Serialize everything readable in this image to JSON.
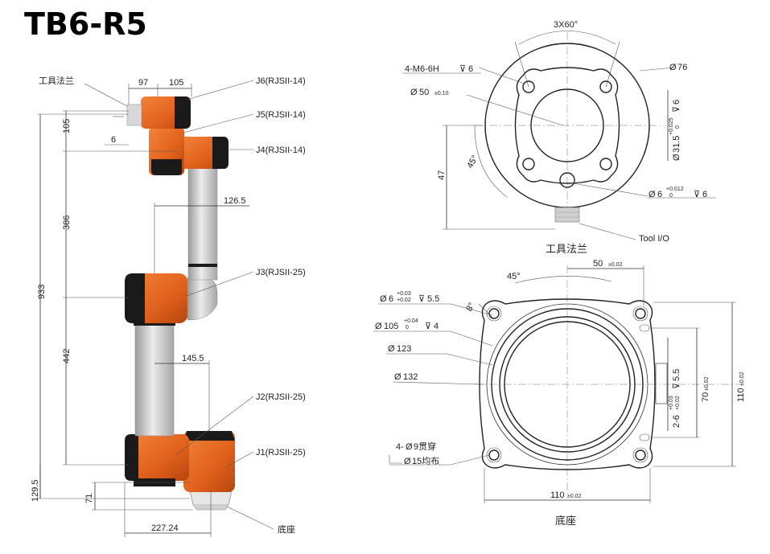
{
  "title": "TB6-R5",
  "arm": {
    "tool_flange_label": "工具法兰",
    "joints": {
      "j6": "J6(RJSII-14)",
      "j5": "J5(RJSII-14)",
      "j4": "J4(RJSII-14)",
      "j3": "J3(RJSII-25)",
      "j2": "J2(RJSII-25)",
      "j1": "J1(RJSII-25)"
    },
    "base_label": "底座",
    "dims": {
      "d97": "97",
      "d105_top": "105",
      "d105_left": "105",
      "d6": "6",
      "d386": "386",
      "d126_5": "126.5",
      "d933": "933",
      "d442": "442",
      "d145_5": "145.5",
      "d129_5": "129.5",
      "d71": "71",
      "d227_24": "227.24"
    }
  },
  "flange_view": {
    "angle": "3X60°",
    "thread": "4-M6-6H",
    "thread_depth": "6",
    "d76": "76",
    "d50": "50",
    "d50_tol": "±0.10",
    "d31_5": "31.5",
    "d31_5_tol_up": "+0.025",
    "d31_5_tol_lo": "0",
    "d31_5_depth": "6",
    "d47": "47",
    "angle45": "45°",
    "pin": "6",
    "pin_tol_up": "+0.012",
    "pin_tol_lo": "0",
    "pin_depth": "6",
    "tool_io": "Tool I/O",
    "caption": "工具法兰",
    "diameter_symbol": "Ø"
  },
  "base_view": {
    "angle45": "45°",
    "d50": "50",
    "tol_002": "±0.02",
    "angle8": "8°",
    "hole6": "6",
    "hole6_tol_up": "+0.03",
    "hole6_tol_lo": "+0.02",
    "hole6_depth": "5.5",
    "d105": "105",
    "d105_tol_up": "+0.04",
    "d105_tol_lo": "0",
    "d105_depth": "4",
    "d123": "123",
    "d132": "132",
    "holes4": "4-",
    "holes4_d9": "9贯穿",
    "holes4_d15": "15均布",
    "d2_6": "2-6",
    "d2_6_tol_up": "+0.03",
    "d2_6_tol_lo": "+0.02",
    "d2_6_depth": "5.5",
    "d70": "70",
    "d110_right": "110",
    "d110_bottom": "110",
    "caption": "底座"
  },
  "colors": {
    "orange": "#e8641e",
    "orange_dark": "#b8470f",
    "black": "#1a1a1a",
    "tube": "#c9c9c9"
  }
}
